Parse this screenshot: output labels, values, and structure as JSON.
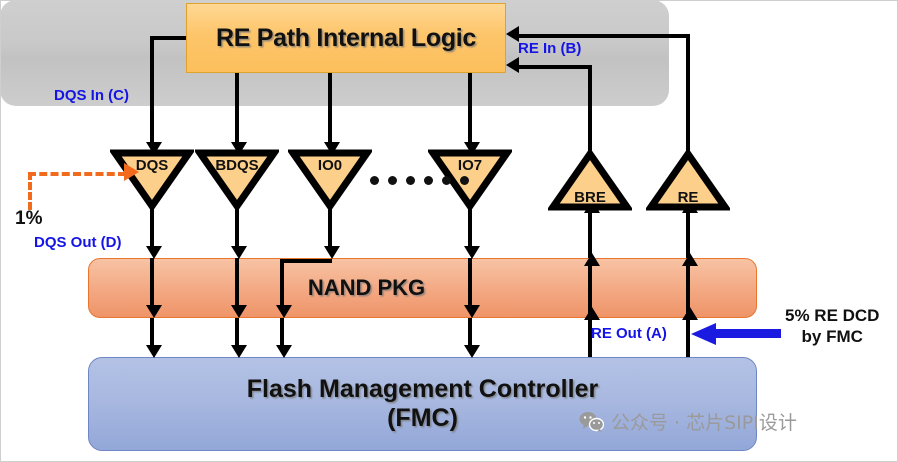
{
  "diagram": {
    "blocks": {
      "re_logic": "RE Path Internal Logic",
      "nand_pkg": "NAND PKG",
      "fmc_line1": "Flash Management Controller",
      "fmc_line2": "(FMC)"
    },
    "buffers": [
      {
        "name": "DQS",
        "direction": "down"
      },
      {
        "name": "BDQS",
        "direction": "down"
      },
      {
        "name": "IO0",
        "direction": "down"
      },
      {
        "name": "IO7",
        "direction": "down"
      },
      {
        "name": "BRE",
        "direction": "up"
      },
      {
        "name": "RE",
        "direction": "up"
      }
    ],
    "ellipsis_dots": 6,
    "labels": {
      "dqs_in": "DQS In (C)",
      "dqs_out": "DQS Out (D)",
      "re_in": "RE In (B)",
      "re_out": "RE Out (A)",
      "one_percent": "1%",
      "dcd_line1": "5% RE DCD",
      "dcd_line2": "by FMC"
    },
    "colors": {
      "logic_fill": "#fcc05e",
      "die_fill": "#c9c9c9",
      "pkg_fill": "#f1a47c",
      "fmc_fill": "#a6b7df",
      "buffer_fill": "#fcd08a",
      "label_blue": "#1414e6",
      "annot_orange": "#f26a1b",
      "annot_blue": "#1a1ae0"
    },
    "watermark": {
      "icon": "wechat-icon",
      "text": "公众号 · 芯片SIPI设计"
    }
  }
}
